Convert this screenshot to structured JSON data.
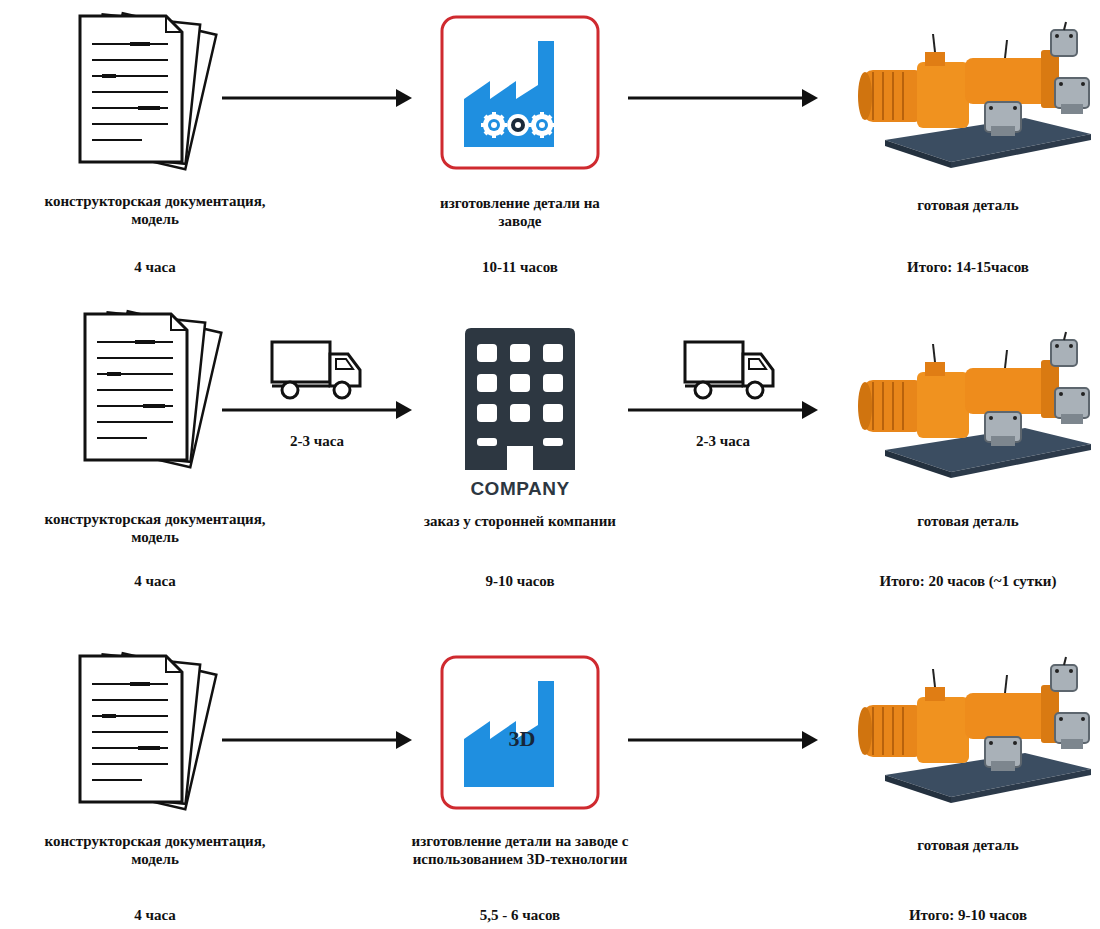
{
  "diagram": {
    "nodes": [
      {
        "text": [
          "конструкторская документация, модель",
          "4 часа"
        ]
      },
      {
        "text": [
          "изготовление детали на заводе",
          "10-11 часов"
        ]
      },
      {
        "text": [
          "готовая деталь",
          "Итого: 14-15часов"
        ]
      },
      {
        "text": [
          "конструкторская документация, модель",
          "4 часа"
        ]
      },
      {
        "text": [
          "COMPANY",
          "заказ у сторонней компании",
          "9-10 часов"
        ]
      },
      {
        "text": [
          "готовая деталь",
          "Итого: 20 часов (~1 сутки)"
        ]
      },
      {
        "text": [
          "конструкторская документация, модель",
          "4 часа"
        ]
      },
      {
        "text": [
          "3D",
          "изготовление детали на заводе с использованием 3D-технологии",
          "5,5 - 6 часов"
        ]
      },
      {
        "text": [
          "готовая деталь",
          "Итого: 9-10 часов"
        ]
      }
    ],
    "edges": [
      {
        "from": 0,
        "to": 1,
        "arrow": "to"
      },
      {
        "from": 1,
        "to": 2,
        "arrow": "to"
      },
      {
        "from": 3,
        "to": 4,
        "arrow": "to",
        "label": "2-3 часа"
      },
      {
        "from": 4,
        "to": 5,
        "arrow": "to",
        "label": "2-3 часа"
      },
      {
        "from": 6,
        "to": 7,
        "arrow": "to"
      },
      {
        "from": 7,
        "to": 8,
        "arrow": "to"
      }
    ]
  }
}
